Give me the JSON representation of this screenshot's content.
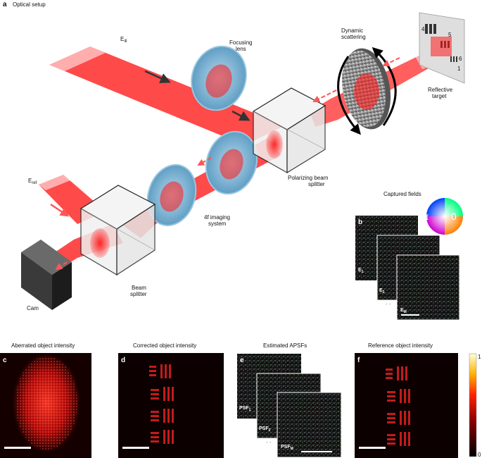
{
  "setup": {
    "panel": "a",
    "title": "Optical setup",
    "e_ill": "E",
    "e_ill_sub": "ill",
    "e_ref": "E",
    "e_ref_sub": "ref",
    "focusing_lens": [
      "Focusing",
      "lens"
    ],
    "dynamic_scattering": [
      "Dynamic",
      "scattering"
    ],
    "reflective_target": [
      "Reflective",
      "target"
    ],
    "pbs": [
      "Polarizing beam",
      "splitter"
    ],
    "imaging": [
      "4f imaging",
      "system"
    ],
    "beam_splitter": [
      "Beam",
      "splitter"
    ],
    "cam": "Cam",
    "target_digits": [
      "4",
      "5",
      "6",
      "1"
    ]
  },
  "captured": {
    "title": "Captured fields",
    "panel": "b",
    "fields": [
      {
        "main": "E",
        "sub": "1"
      },
      {
        "main": "E",
        "sub": "2"
      },
      {
        "main": "E",
        "sub": "M"
      }
    ],
    "colorwheel_left": "π",
    "colorwheel_right": "0"
  },
  "bottom": {
    "c": {
      "panel": "c",
      "title": "Aberrated object intensity"
    },
    "d": {
      "panel": "d",
      "title": "Corrected object intensity"
    },
    "e": {
      "panel": "e",
      "title": "Estimated APSFs",
      "psfs": [
        {
          "main": "PSF",
          "sub": "1"
        },
        {
          "main": "PSF",
          "sub": "2"
        },
        {
          "main": "PSF",
          "sub": "M"
        }
      ]
    },
    "f": {
      "panel": "f",
      "title": "Reference object intensity"
    },
    "colorbar": {
      "max": "1",
      "min": "0"
    }
  },
  "colors": {
    "beam": "#ff2a2a",
    "lens": "#7fb6d8",
    "cmap_dark": "#120000",
    "cmap_bright": "#ffffe0"
  }
}
